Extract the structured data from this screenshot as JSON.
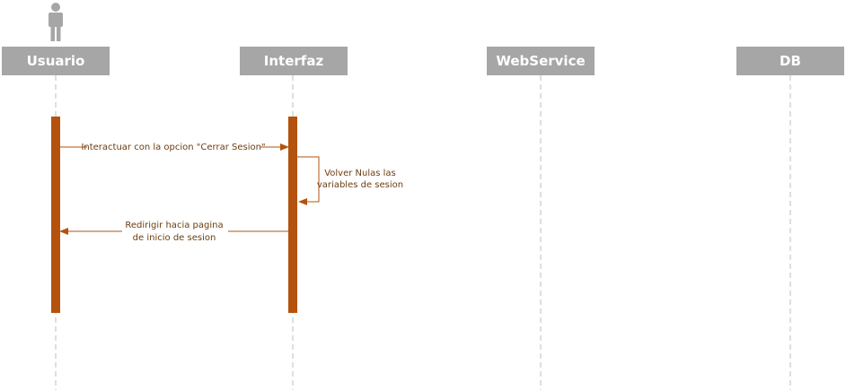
{
  "participants": [
    {
      "id": "usuario",
      "label": "Usuario"
    },
    {
      "id": "interfaz",
      "label": "Interfaz"
    },
    {
      "id": "webservice",
      "label": "WebService"
    },
    {
      "id": "db",
      "label": "DB"
    }
  ],
  "messages": [
    {
      "id": "m1",
      "from": "usuario",
      "to": "interfaz",
      "lines": [
        "Interactuar con la opcion \"Cerrar Sesion\""
      ]
    },
    {
      "id": "m2",
      "from": "interfaz",
      "to": "interfaz",
      "lines": [
        "Volver Nulas las",
        "variables de sesion"
      ]
    },
    {
      "id": "m3",
      "from": "interfaz",
      "to": "usuario",
      "lines": [
        "Redirigir hacia pagina",
        "de inicio de sesion"
      ]
    }
  ],
  "colors": {
    "header_bg": "#a6a6a6",
    "header_text": "#ffffff",
    "actor": "#a6a6a6",
    "lifeline": "#bfbfbf",
    "activation": "#b3530d",
    "arrow": "#b3530d",
    "message_text": "#6b3d10"
  },
  "icons": {
    "actor": "user-actor-icon"
  }
}
